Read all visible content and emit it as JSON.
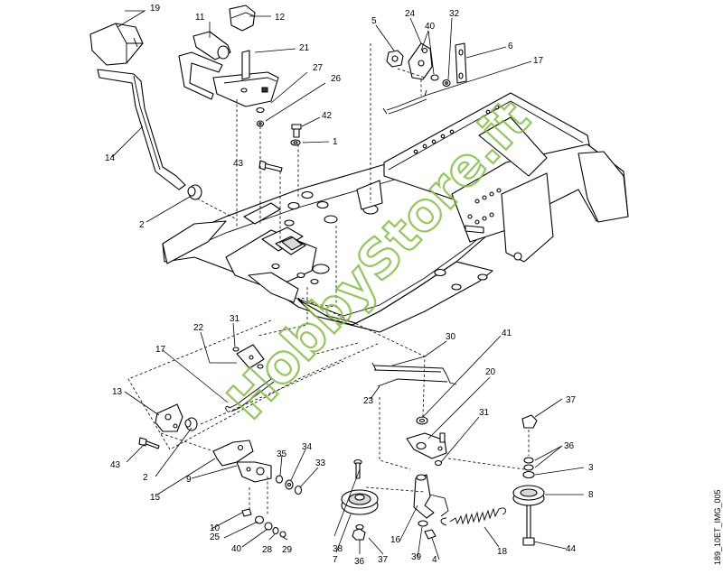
{
  "diagram": {
    "callouts": [
      {
        "id": "19"
      },
      {
        "id": "11"
      },
      {
        "id": "12"
      },
      {
        "id": "21"
      },
      {
        "id": "27"
      },
      {
        "id": "26"
      },
      {
        "id": "14"
      },
      {
        "id": "42"
      },
      {
        "id": "1"
      },
      {
        "id": "43a",
        "text": "43"
      },
      {
        "id": "2a",
        "text": "2"
      },
      {
        "id": "5"
      },
      {
        "id": "24"
      },
      {
        "id": "40a",
        "text": "40"
      },
      {
        "id": "32"
      },
      {
        "id": "6"
      },
      {
        "id": "17a",
        "text": "17"
      },
      {
        "id": "22"
      },
      {
        "id": "31a",
        "text": "31"
      },
      {
        "id": "17b",
        "text": "17"
      },
      {
        "id": "13"
      },
      {
        "id": "43b",
        "text": "43"
      },
      {
        "id": "2b",
        "text": "2"
      },
      {
        "id": "15"
      },
      {
        "id": "9"
      },
      {
        "id": "35"
      },
      {
        "id": "34"
      },
      {
        "id": "33"
      },
      {
        "id": "10"
      },
      {
        "id": "25"
      },
      {
        "id": "40b",
        "text": "40"
      },
      {
        "id": "28"
      },
      {
        "id": "29"
      },
      {
        "id": "30"
      },
      {
        "id": "41"
      },
      {
        "id": "20"
      },
      {
        "id": "23"
      },
      {
        "id": "31b",
        "text": "31"
      },
      {
        "id": "37a",
        "text": "37"
      },
      {
        "id": "36a",
        "text": "36"
      },
      {
        "id": "3"
      },
      {
        "id": "8"
      },
      {
        "id": "38"
      },
      {
        "id": "7"
      },
      {
        "id": "36b",
        "text": "36"
      },
      {
        "id": "37b",
        "text": "37"
      },
      {
        "id": "16"
      },
      {
        "id": "39"
      },
      {
        "id": "4"
      },
      {
        "id": "18"
      },
      {
        "id": "44"
      }
    ],
    "watermark": "HobbyStore.it",
    "image_code": "189_10ET_IMG_005",
    "colors": {
      "ink": "#000000",
      "watermark": "#7fbf3f",
      "background": "#ffffff"
    }
  }
}
